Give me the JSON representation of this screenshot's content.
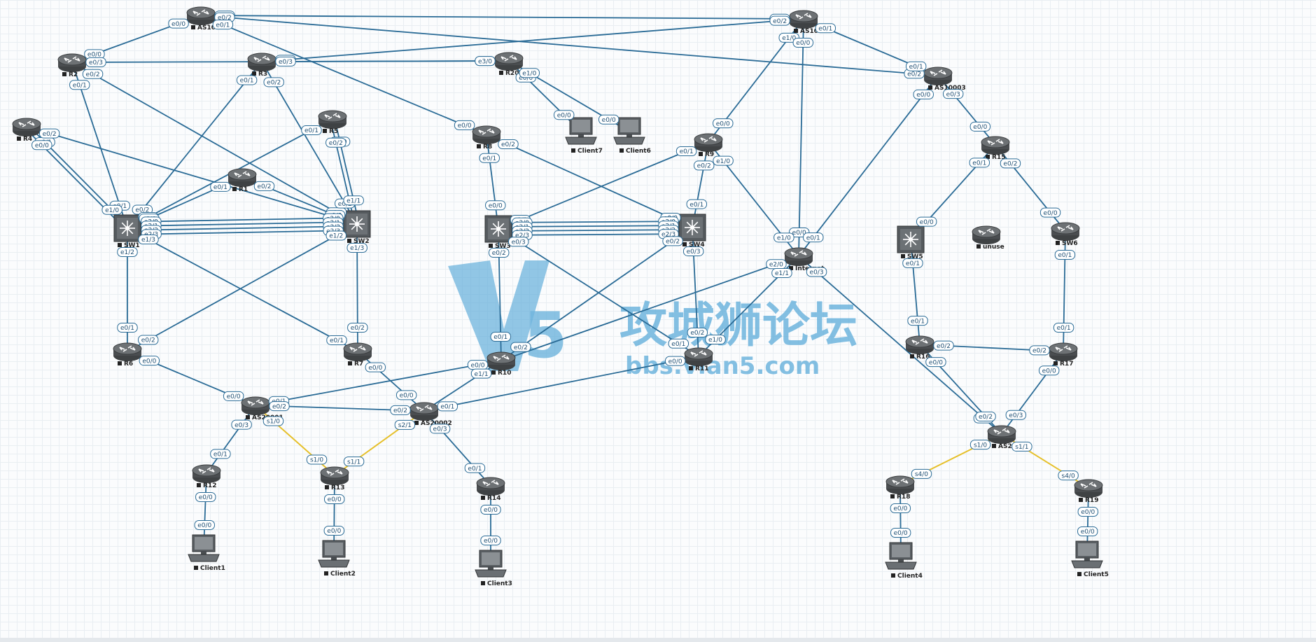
{
  "watermark": {
    "title": "攻城狮论坛",
    "url": "bbs.vlan5.com",
    "logo_digit": "5"
  },
  "colors": {
    "ethernet_link": "#2a6b96",
    "serial_link": "#e6c02a",
    "watermark": "#56a8d8"
  },
  "devices": [
    {
      "id": "AS10001",
      "type": "router"
    },
    {
      "id": "AS10002",
      "type": "router"
    },
    {
      "id": "AS10003",
      "type": "router"
    },
    {
      "id": "R2",
      "type": "router"
    },
    {
      "id": "R3",
      "type": "router"
    },
    {
      "id": "R20",
      "type": "router"
    },
    {
      "id": "R4",
      "type": "router"
    },
    {
      "id": "R5",
      "type": "router"
    },
    {
      "id": "R1",
      "type": "router"
    },
    {
      "id": "R8",
      "type": "router"
    },
    {
      "id": "R9",
      "type": "router"
    },
    {
      "id": "R15",
      "type": "router"
    },
    {
      "id": "Client7",
      "type": "pc"
    },
    {
      "id": "Client6",
      "type": "pc"
    },
    {
      "id": "SW1",
      "type": "switch"
    },
    {
      "id": "SW2",
      "type": "switch"
    },
    {
      "id": "SW3",
      "type": "switch"
    },
    {
      "id": "SW4",
      "type": "switch"
    },
    {
      "id": "SW5",
      "type": "switch"
    },
    {
      "id": "SW6",
      "type": "router"
    },
    {
      "id": "unuse",
      "type": "router"
    },
    {
      "id": "Internet",
      "type": "router"
    },
    {
      "id": "R6",
      "type": "router"
    },
    {
      "id": "R7",
      "type": "router"
    },
    {
      "id": "R10",
      "type": "router"
    },
    {
      "id": "R11",
      "type": "router"
    },
    {
      "id": "R16",
      "type": "router"
    },
    {
      "id": "R17",
      "type": "router"
    },
    {
      "id": "AS20001",
      "type": "router"
    },
    {
      "id": "AS20002",
      "type": "router"
    },
    {
      "id": "AS20003",
      "type": "router"
    },
    {
      "id": "R12",
      "type": "router"
    },
    {
      "id": "R13",
      "type": "router"
    },
    {
      "id": "R14",
      "type": "router"
    },
    {
      "id": "R18",
      "type": "router"
    },
    {
      "id": "R19",
      "type": "router"
    },
    {
      "id": "Client1",
      "type": "pc"
    },
    {
      "id": "Client2",
      "type": "pc"
    },
    {
      "id": "Client3",
      "type": "pc"
    },
    {
      "id": "Client4",
      "type": "pc"
    },
    {
      "id": "Client5",
      "type": "pc"
    }
  ],
  "links": [
    {
      "a": "AS10001",
      "b": "AS10002",
      "pa": "e0/3",
      "pb": "e0/3"
    },
    {
      "a": "AS10001",
      "b": "AS10003",
      "pa": "e0/2",
      "pb": "e0/2"
    },
    {
      "a": "AS10001",
      "b": "R2",
      "pa": "e0/0",
      "pb": "e0/0"
    },
    {
      "a": "AS10001",
      "b": "R8",
      "pa": "e0/1",
      "pb": "e0/0"
    },
    {
      "a": "AS10002",
      "b": "AS10003",
      "pa": "e0/1",
      "pb": "e0/1"
    },
    {
      "a": "AS10002",
      "b": "R3",
      "pa": "e0/2",
      "pb": "e0/0"
    },
    {
      "a": "AS10002",
      "b": "R9",
      "pa": "e1/0",
      "pb": "e0/0"
    },
    {
      "a": "AS10002",
      "b": "Internet",
      "pa": "e0/0",
      "pb": "e0/0"
    },
    {
      "a": "AS10003",
      "b": "R15",
      "pa": "e0/3",
      "pb": "e0/0"
    },
    {
      "a": "AS10003",
      "b": "Internet",
      "pa": "e0/0",
      "pb": "e0/1"
    },
    {
      "a": "R2",
      "b": "R20",
      "pa": "e0/3",
      "pb": "e2/0"
    },
    {
      "a": "R2",
      "b": "SW1",
      "pa": "e0/1",
      "pb": "e0/1"
    },
    {
      "a": "R2",
      "b": "SW2",
      "pa": "e0/2",
      "pb": "e0/1"
    },
    {
      "a": "R3",
      "b": "R20",
      "pa": "e0/3",
      "pb": "e3/0"
    },
    {
      "a": "R3",
      "b": "SW1",
      "pa": "e0/1",
      "pb": "e0/2"
    },
    {
      "a": "R3",
      "b": "SW2",
      "pa": "e0/2",
      "pb": "e0/2"
    },
    {
      "a": "R20",
      "b": "Client7",
      "pa": "e0/0",
      "pb": "e0/0"
    },
    {
      "a": "R20",
      "b": "Client6",
      "pa": "e1/0",
      "pb": "e0/0"
    },
    {
      "a": "R4",
      "b": "SW1",
      "pa": "e0/1",
      "pb": "e1/0"
    },
    {
      "a": "R4",
      "b": "SW1",
      "pa": "e0/0",
      "pb": ""
    },
    {
      "a": "R4",
      "b": "SW2",
      "pa": "e0/2",
      "pb": "e0/3"
    },
    {
      "a": "R5",
      "b": "SW1",
      "pa": "e0/1",
      "pb": "e1/1"
    },
    {
      "a": "R5",
      "b": "SW2",
      "pa": "e0/0",
      "pb": "e1/1"
    },
    {
      "a": "R5",
      "b": "SW2",
      "pa": "e0/2",
      "pb": ""
    },
    {
      "a": "R1",
      "b": "SW1",
      "pa": "e0/1",
      "pb": "e0/0"
    },
    {
      "a": "R1",
      "b": "SW2",
      "pa": "e0/2",
      "pb": "e0/0"
    },
    {
      "a": "SW1",
      "b": "SW2",
      "pa": "e2/0",
      "pb": "e2/0"
    },
    {
      "a": "SW1",
      "b": "SW2",
      "pa": "e2/1",
      "pb": "e2/1"
    },
    {
      "a": "SW1",
      "b": "SW2",
      "pa": "e2/2",
      "pb": "e2/2"
    },
    {
      "a": "SW1",
      "b": "SW2",
      "pa": "e2/3",
      "pb": "e2/3"
    },
    {
      "a": "SW1",
      "b": "R6",
      "pa": "e1/2",
      "pb": "e0/1"
    },
    {
      "a": "SW1",
      "b": "R7",
      "pa": "e1/3",
      "pb": "e0/1"
    },
    {
      "a": "SW2",
      "b": "R6",
      "pa": "e1/2",
      "pb": "e0/2"
    },
    {
      "a": "SW2",
      "b": "R7",
      "pa": "e1/3",
      "pb": "e0/2"
    },
    {
      "a": "R8",
      "b": "SW3",
      "pa": "e0/1",
      "pb": "e0/0"
    },
    {
      "a": "R8",
      "b": "SW4",
      "pa": "e0/2",
      "pb": "e0/0"
    },
    {
      "a": "R9",
      "b": "SW3",
      "pa": "e0/1",
      "pb": "e0/1"
    },
    {
      "a": "R9",
      "b": "SW4",
      "pa": "e0/2",
      "pb": "e0/1"
    },
    {
      "a": "R9",
      "b": "Internet",
      "pa": "e1/0",
      "pb": "e1/0"
    },
    {
      "a": "SW3",
      "b": "SW4",
      "pa": "e2/0",
      "pb": "e2/0"
    },
    {
      "a": "SW3",
      "b": "SW4",
      "pa": "e2/1",
      "pb": "e2/1"
    },
    {
      "a": "SW3",
      "b": "SW4",
      "pa": "e2/2",
      "pb": "e2/2"
    },
    {
      "a": "SW3",
      "b": "SW4",
      "pa": "e2/3",
      "pb": "e2/3"
    },
    {
      "a": "SW3",
      "b": "R10",
      "pa": "e0/2",
      "pb": "e0/1"
    },
    {
      "a": "SW3",
      "b": "R11",
      "pa": "e0/3",
      "pb": "e0/1"
    },
    {
      "a": "SW4",
      "b": "R10",
      "pa": "e0/2",
      "pb": "e0/2"
    },
    {
      "a": "SW4",
      "b": "R11",
      "pa": "e0/3",
      "pb": "e0/2"
    },
    {
      "a": "Internet",
      "b": "R10",
      "pa": "e2/0",
      "pb": ""
    },
    {
      "a": "Internet",
      "b": "R11",
      "pa": "e1/1",
      "pb": "e1/0"
    },
    {
      "a": "Internet",
      "b": "AS20003",
      "pa": "e0/3",
      "pb": "e0/1"
    },
    {
      "a": "R15",
      "b": "SW5",
      "pa": "e0/1",
      "pb": "e0/0"
    },
    {
      "a": "R15",
      "b": "SW6",
      "pa": "e0/2",
      "pb": "e0/0"
    },
    {
      "a": "SW5",
      "b": "R16",
      "pa": "e0/1",
      "pb": "e0/1"
    },
    {
      "a": "SW6",
      "b": "R17",
      "pa": "e0/1",
      "pb": "e0/1"
    },
    {
      "a": "R16",
      "b": "R17",
      "pa": "e0/2",
      "pb": "e0/2"
    },
    {
      "a": "R16",
      "b": "AS20003",
      "pa": "e0/0",
      "pb": "e0/2"
    },
    {
      "a": "R17",
      "b": "AS20003",
      "pa": "e0/0",
      "pb": "e0/3"
    },
    {
      "a": "R6",
      "b": "AS20001",
      "pa": "e0/0",
      "pb": "e0/0"
    },
    {
      "a": "R7",
      "b": "AS20002",
      "pa": "e0/0",
      "pb": "e0/0"
    },
    {
      "a": "R10",
      "b": "AS20001",
      "pa": "e0/0",
      "pb": "e0/1"
    },
    {
      "a": "R10",
      "b": "AS20002",
      "pa": "e1/1",
      "pb": ""
    },
    {
      "a": "R11",
      "b": "AS20002",
      "pa": "e0/0",
      "pb": "e0/1"
    },
    {
      "a": "AS20001",
      "b": "AS20002",
      "pa": "e0/2",
      "pb": "e0/2"
    },
    {
      "a": "AS20001",
      "b": "R12",
      "pa": "e0/3",
      "pb": "e0/1"
    },
    {
      "a": "AS20001",
      "b": "R13",
      "pa": "s1/0",
      "pb": "s1/0",
      "serial": true
    },
    {
      "a": "AS20002",
      "b": "R13",
      "pa": "s2/1",
      "pb": "s1/1",
      "serial": true
    },
    {
      "a": "AS20002",
      "b": "R14",
      "pa": "e0/3",
      "pb": "e0/1"
    },
    {
      "a": "AS20003",
      "b": "R18",
      "pa": "s1/0",
      "pb": "s4/0",
      "serial": true
    },
    {
      "a": "AS20003",
      "b": "R19",
      "pa": "s1/1",
      "pb": "s4/0",
      "serial": true
    },
    {
      "a": "R12",
      "b": "Client1",
      "pa": "e0/0",
      "pb": "e0/0"
    },
    {
      "a": "R13",
      "b": "Client2",
      "pa": "e0/0",
      "pb": "e0/0"
    },
    {
      "a": "R14",
      "b": "Client3",
      "pa": "e0/0",
      "pb": "e0/0"
    },
    {
      "a": "R18",
      "b": "Client4",
      "pa": "e0/0",
      "pb": "e0/0"
    },
    {
      "a": "R19",
      "b": "Client5",
      "pa": "e0/0",
      "pb": "e0/0"
    }
  ]
}
